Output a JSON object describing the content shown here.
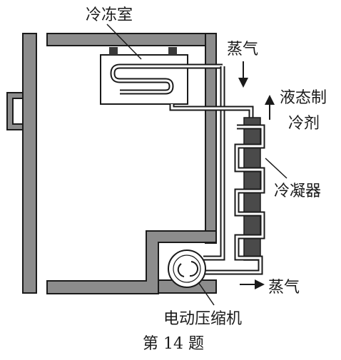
{
  "labels": {
    "freezer": "冷冻室",
    "vapor_top": "蒸气",
    "liquid_refrigerant_line1": "液态制",
    "liquid_refrigerant_line2": "冷剂",
    "condenser": "冷凝器",
    "vapor_bottom": "蒸气",
    "compressor": "电动压缩机"
  },
  "caption": "第 14 题",
  "colors": {
    "wall_fill": "#8c8c8c",
    "line": "#1a1a1a",
    "condenser_fill": "#4a4a4a"
  }
}
